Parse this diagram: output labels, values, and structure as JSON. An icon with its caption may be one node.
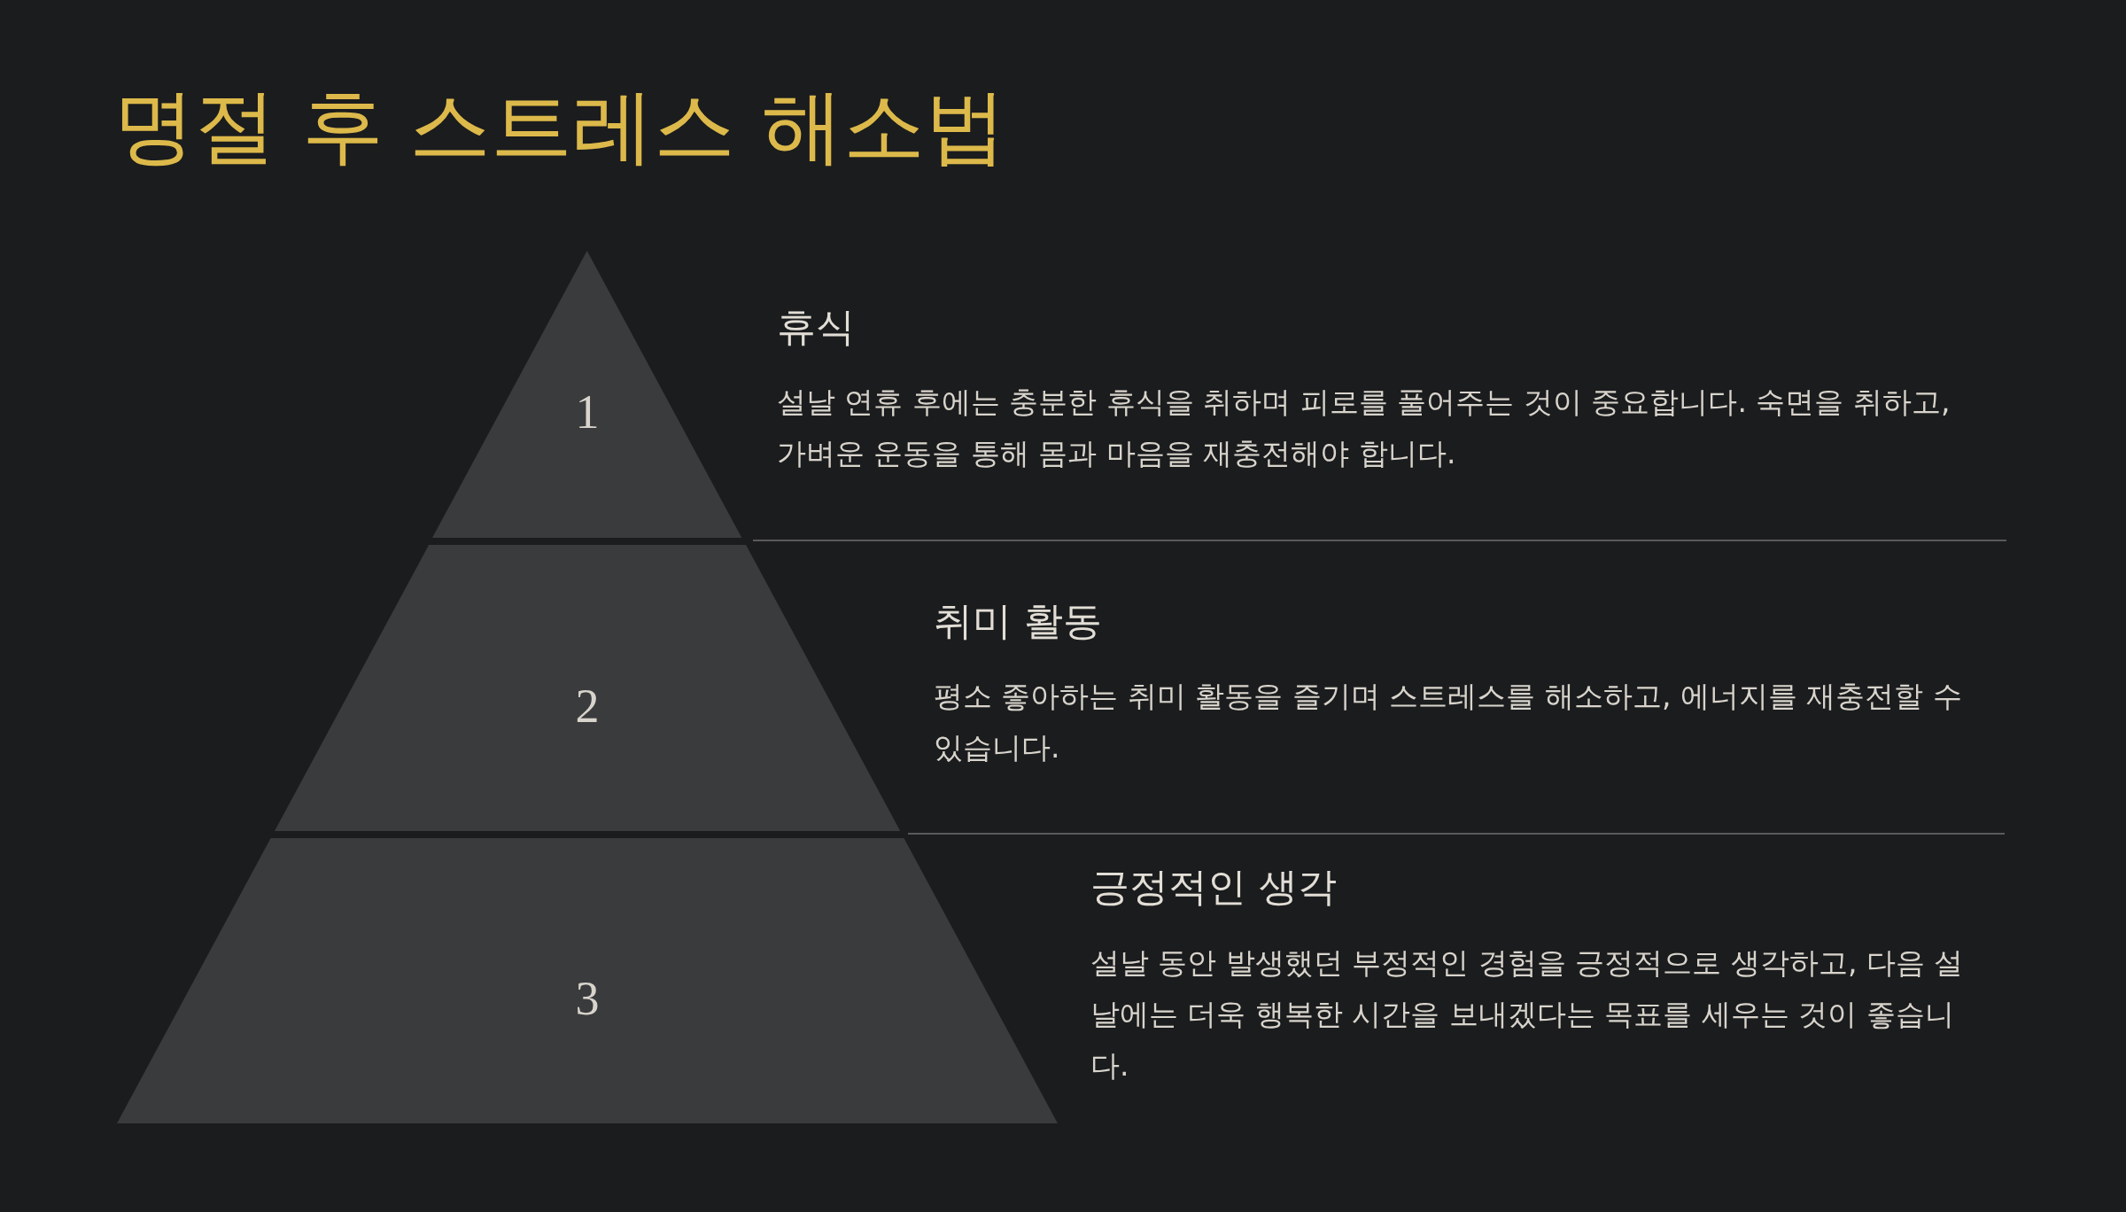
{
  "diagram": {
    "title": "명절 후 스트레스 해소법",
    "nodes": [
      {
        "text": [
          "1"
        ],
        "beside": [
          "휴식",
          "설날 연휴 후에는 충분한 휴식을 취하며 피로를 풀어주는 것이 중요합니다. 숙면을 취하고, 가벼운 운동을 통해 몸과 마음을 재충전해야 합니다."
        ]
      },
      {
        "text": [
          "2"
        ],
        "beside": [
          "취미 활동",
          "평소 좋아하는 취미 활동을 즐기며 스트레스를 해소하고, 에너지를 재충전할 수 있습니다."
        ]
      },
      {
        "text": [
          "3"
        ],
        "beside": [
          "긍정적인 생각",
          "설날 동안 발생했던 부정적인 경험을 긍정적으로 생각하고, 다음 설날에는 더욱 행복한 시간을 보내겠다는 목표를 세우는 것이 좋습니다."
        ]
      }
    ]
  }
}
